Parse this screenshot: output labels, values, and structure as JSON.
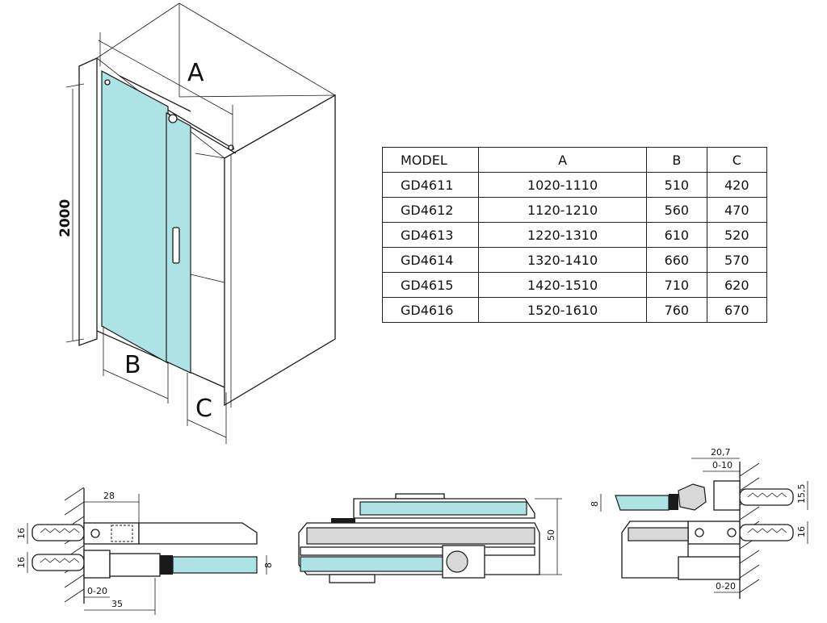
{
  "iso_view": {
    "labels": {
      "a": "A",
      "b": "B",
      "c": "C"
    },
    "height_dim": "2000"
  },
  "table": {
    "headers": [
      "MODEL",
      "A",
      "B",
      "C"
    ],
    "rows": [
      [
        "GD4611",
        "1020-1110",
        "510",
        "420"
      ],
      [
        "GD4612",
        "1120-1210",
        "560",
        "470"
      ],
      [
        "GD4613",
        "1220-1310",
        "610",
        "520"
      ],
      [
        "GD4614",
        "1320-1410",
        "660",
        "570"
      ],
      [
        "GD4615",
        "1420-1510",
        "710",
        "620"
      ],
      [
        "GD4616",
        "1520-1610",
        "760",
        "670"
      ]
    ]
  },
  "details": {
    "left": {
      "dim_28": "28",
      "dim_16a": "16",
      "dim_16b": "16",
      "dim_0_20": "0-20",
      "dim_35": "35",
      "dim_8": "8"
    },
    "middle": {
      "dim_50": "50"
    },
    "right": {
      "dim_20_7": "20,7",
      "dim_0_10": "0-10",
      "dim_15_5": "15,5",
      "dim_8": "8",
      "dim_16": "16",
      "dim_0_20": "0-20"
    }
  },
  "colors": {
    "glass": "#aee3e6",
    "line": "#1a1a1a"
  }
}
